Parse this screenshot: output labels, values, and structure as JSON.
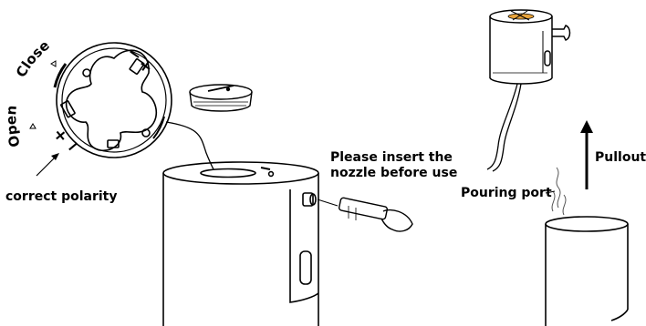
{
  "labels": {
    "open": "Open",
    "close": "Close",
    "correct_polarity": "correct polarity",
    "nozzle_line1": "Please insert the",
    "nozzle_line2": "nozzle before use",
    "pouring_port": "Pouring port",
    "pullout": "Pullout"
  },
  "polarity_marks": {
    "plus": "+",
    "minus": "−"
  },
  "colors": {
    "line": "#000000",
    "accent": "#e8a33a"
  }
}
